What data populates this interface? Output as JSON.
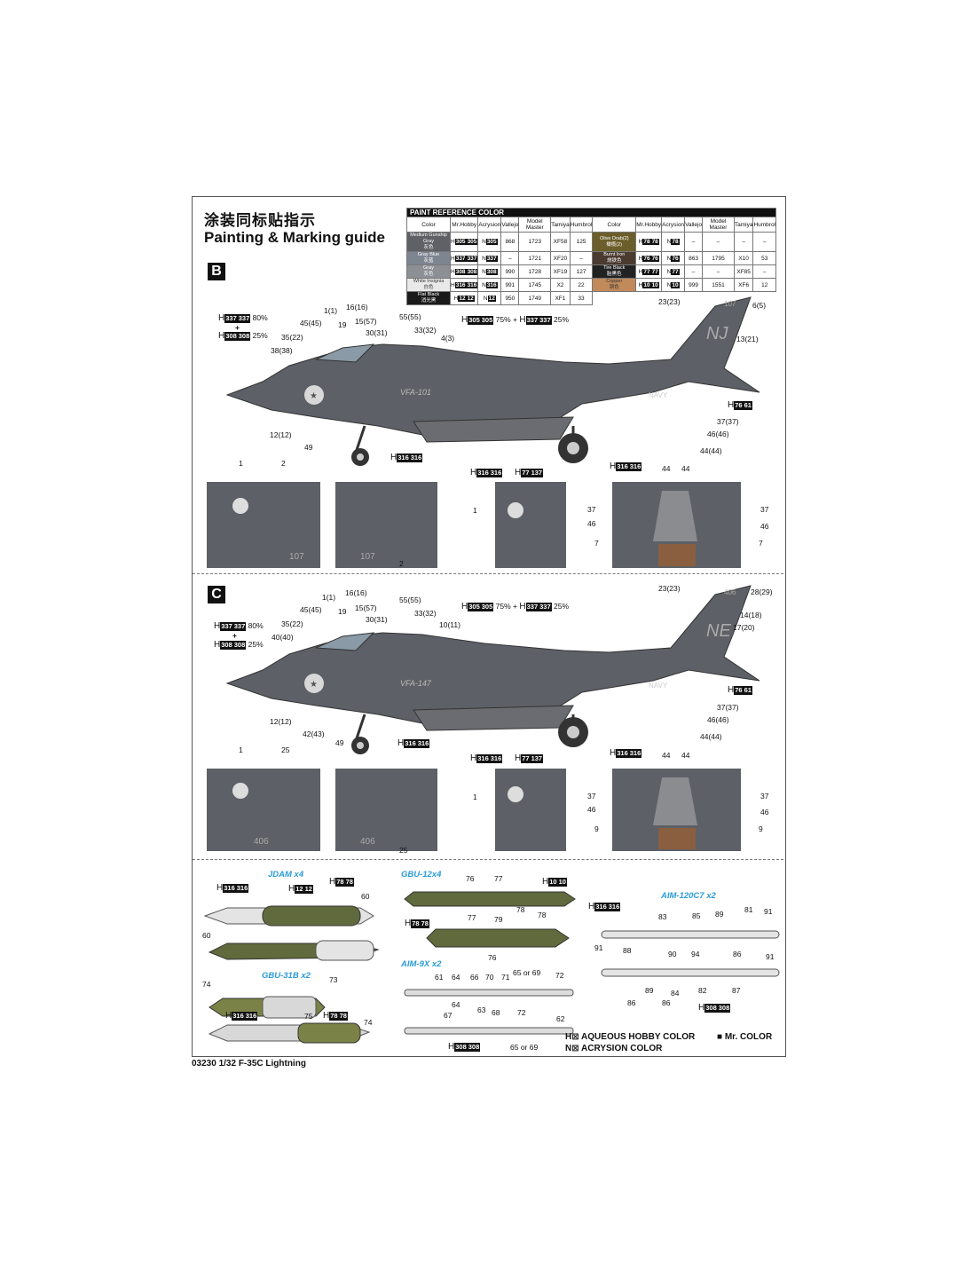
{
  "header": {
    "title_cn": "涂装同标贴指示",
    "title_en": "Painting & Marking guide"
  },
  "paint_table": {
    "title": "PAINT  REFERENCE COLOR",
    "columns": [
      "Color",
      "Mr.Hobby",
      "Acrysion",
      "Vallejo",
      "Model Master",
      "Tamiya",
      "Humbrol",
      "Color",
      "Mr.Hobby",
      "Acrysion",
      "Vallejo",
      "Model Master",
      "Tamiya",
      "Humbrol"
    ],
    "left_rows": [
      {
        "name": "Medium Gunship Gray",
        "cn": "灰色",
        "swatch": "#5f6167",
        "hobby": "305",
        "acry": "305",
        "vallejo": "868",
        "mm": "1723",
        "tamiya": "XF58",
        "humbrol": "125"
      },
      {
        "name": "Gray Blue",
        "cn": "灰蓝",
        "swatch": "#7d8591",
        "hobby": "337",
        "acry": "337",
        "vallejo": "–",
        "mm": "1721",
        "tamiya": "XF20",
        "humbrol": "–"
      },
      {
        "name": "Gray",
        "cn": "灰色",
        "swatch": "#8c8f94",
        "hobby": "308",
        "acry": "308",
        "vallejo": "990",
        "mm": "1728",
        "tamiya": "XF19",
        "humbrol": "127"
      },
      {
        "name": "White Insignia",
        "cn": "白色",
        "swatch": "#e9e9e9",
        "hobby": "316",
        "acry": "316",
        "vallejo": "991",
        "mm": "1745",
        "tamiya": "X2",
        "humbrol": "22"
      },
      {
        "name": "Flat Black",
        "cn": "消光黑",
        "swatch": "#1a1a1a",
        "hobby": "12",
        "acry": "12",
        "vallejo": "950",
        "mm": "1749",
        "tamiya": "XF1",
        "humbrol": "33"
      }
    ],
    "right_rows": [
      {
        "name": "Olive Drab(2)",
        "cn": "橄榄(2)",
        "swatch": "#6b5e2a",
        "hobby": "78",
        "acry": "78",
        "vallejo": "–",
        "mm": "–",
        "tamiya": "–",
        "humbrol": "–"
      },
      {
        "name": "Burnt Iron",
        "cn": "烧铁色",
        "swatch": "#4a3a30",
        "hobby": "76",
        "acry": "76",
        "vallejo": "863",
        "mm": "1795",
        "tamiya": "X10",
        "humbrol": "53"
      },
      {
        "name": "Tire Black",
        "cn": "胎黑色",
        "swatch": "#222222",
        "hobby": "77",
        "acry": "77",
        "vallejo": "–",
        "mm": "–",
        "tamiya": "XF85",
        "humbrol": "–"
      },
      {
        "name": "Copper",
        "cn": "铜色",
        "swatch": "#c28a5a",
        "hobby": "10",
        "acry": "10",
        "vallejo": "999",
        "mm": "1551",
        "tamiya": "XF6",
        "humbrol": "12"
      }
    ],
    "hobby_prefix": "H",
    "acry_prefix": "N"
  },
  "section_b": {
    "letter": "B",
    "mix_top": {
      "a": "337",
      "a_pct": "80%",
      "plus": "+",
      "b": "308",
      "b_pct": "25%"
    },
    "mix_mid": {
      "a": "305",
      "a_pct": "75%",
      "plus": "+",
      "b": "337",
      "b_pct": "25%"
    },
    "callouts": [
      "45(45)",
      "1(1)",
      "16(16)",
      "19",
      "15(57)",
      "30(31)",
      "55(55)",
      "33(32)",
      "4(3)",
      "35(22)",
      "38(38)",
      "12(12)",
      "49",
      "23(23)",
      "6(5)",
      "13(21)",
      "37(37)",
      "46(46)",
      "44(44)"
    ],
    "refs": {
      "gear": "316",
      "wheel_hub": "316",
      "tire": "77",
      "tire_code": "137",
      "rear": "316",
      "exhaust": "76",
      "exhaust_code": "61"
    },
    "tail_code": "NJ",
    "modex": "107",
    "squadron": "VFA-101",
    "navy": "NAVY",
    "detail_labels": [
      "1",
      "2",
      "1",
      "2",
      "44",
      "44",
      "37",
      "46",
      "7",
      "37",
      "46",
      "7"
    ]
  },
  "section_c": {
    "letter": "C",
    "mix_top": {
      "a": "337",
      "a_pct": "80%",
      "plus": "+",
      "b": "308",
      "b_pct": "25%"
    },
    "mix_mid": {
      "a": "305",
      "a_pct": "75%",
      "plus": "+",
      "b": "337",
      "b_pct": "25%"
    },
    "callouts": [
      "45(45)",
      "1(1)",
      "16(16)",
      "19",
      "15(57)",
      "30(31)",
      "55(55)",
      "33(32)",
      "10(11)",
      "35(22)",
      "40(40)",
      "12(12)",
      "42(43)",
      "49",
      "23(23)",
      "28(29)",
      "14(18)",
      "17(20)",
      "37(37)",
      "46(46)",
      "44(44)"
    ],
    "refs": {
      "gear": "316",
      "wheel_hub": "316",
      "tire": "77",
      "tire_code": "137",
      "rear": "316",
      "exhaust": "76",
      "exhaust_code": "61"
    },
    "tail_code": "NE",
    "modex": "406",
    "squadron": "VFA-147",
    "navy": "NAVY",
    "detail_labels": [
      "1",
      "25",
      "25",
      "1",
      "44",
      "44",
      "37",
      "46",
      "9",
      "37",
      "46",
      "9"
    ]
  },
  "weapons": {
    "jdam": {
      "name": "JDAM x4",
      "refs": [
        "316",
        "12",
        "78"
      ],
      "nums": [
        "60",
        "60"
      ]
    },
    "gbu12": {
      "name": "GBU-12x4",
      "refs": [
        "10",
        "78"
      ],
      "nums": [
        "76",
        "77",
        "78",
        "77",
        "79",
        "78",
        "76"
      ]
    },
    "gbu31": {
      "name": "GBU-31B x2",
      "refs": [
        "316",
        "78"
      ],
      "nums": [
        "74",
        "73",
        "75",
        "74"
      ]
    },
    "aim9": {
      "name": "AIM-9X x2",
      "nums": [
        "61",
        "64",
        "66",
        "70",
        "71",
        "65 or 69",
        "72",
        "64",
        "67",
        "63",
        "68",
        "72",
        "62",
        "65 or 69"
      ],
      "ref": "308"
    },
    "aim120": {
      "name": "AIM-120C7 x2",
      "ref_top": "316",
      "ref_bot": "308",
      "nums": [
        "83",
        "85",
        "89",
        "81",
        "91",
        "88",
        "90",
        "86",
        "91",
        "91",
        "94",
        "89",
        "84",
        "82",
        "87",
        "86",
        "86"
      ]
    }
  },
  "legend": {
    "aqueous": "AQUEOUS HOBBY COLOR",
    "mr_color": "Mr. COLOR",
    "acrysion": "ACRYSION COLOR",
    "h": "H",
    "n": "N"
  },
  "footer": "03230 1/32  F-35C Lightning"
}
